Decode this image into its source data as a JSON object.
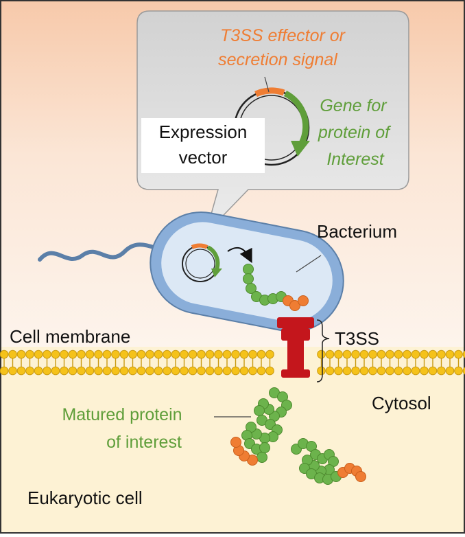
{
  "colors": {
    "orange": "#ef7d33",
    "green": "#5f9e3a",
    "green_bead": "#6cb34c",
    "t3ss_red": "#c4161c",
    "membrane_lipid": "#f5c21a",
    "cytosol": "#fdf2d4",
    "extracellular_top": "#f6cfb4",
    "bacterium_outer": "#8aaed9",
    "bacterium_inner": "#dce8f5",
    "callout": "#dcdcdc"
  },
  "callout": {
    "signal_label_line1": "T3SS effector or",
    "signal_label_line2": "secretion signal",
    "vector_label_line1": "Expression",
    "vector_label_line2": "vector",
    "gene_label_line1": "Gene for",
    "gene_label_line2": "protein of",
    "gene_label_line3": "Interest"
  },
  "labels": {
    "bacterium": "Bacterium",
    "t3ss": "T3SS",
    "cell_membrane": "Cell membrane",
    "cytosol": "Cytosol",
    "matured_protein_line1": "Matured protein",
    "matured_protein_line2": "of interest",
    "eukaryotic_cell": "Eukaryotic cell"
  }
}
